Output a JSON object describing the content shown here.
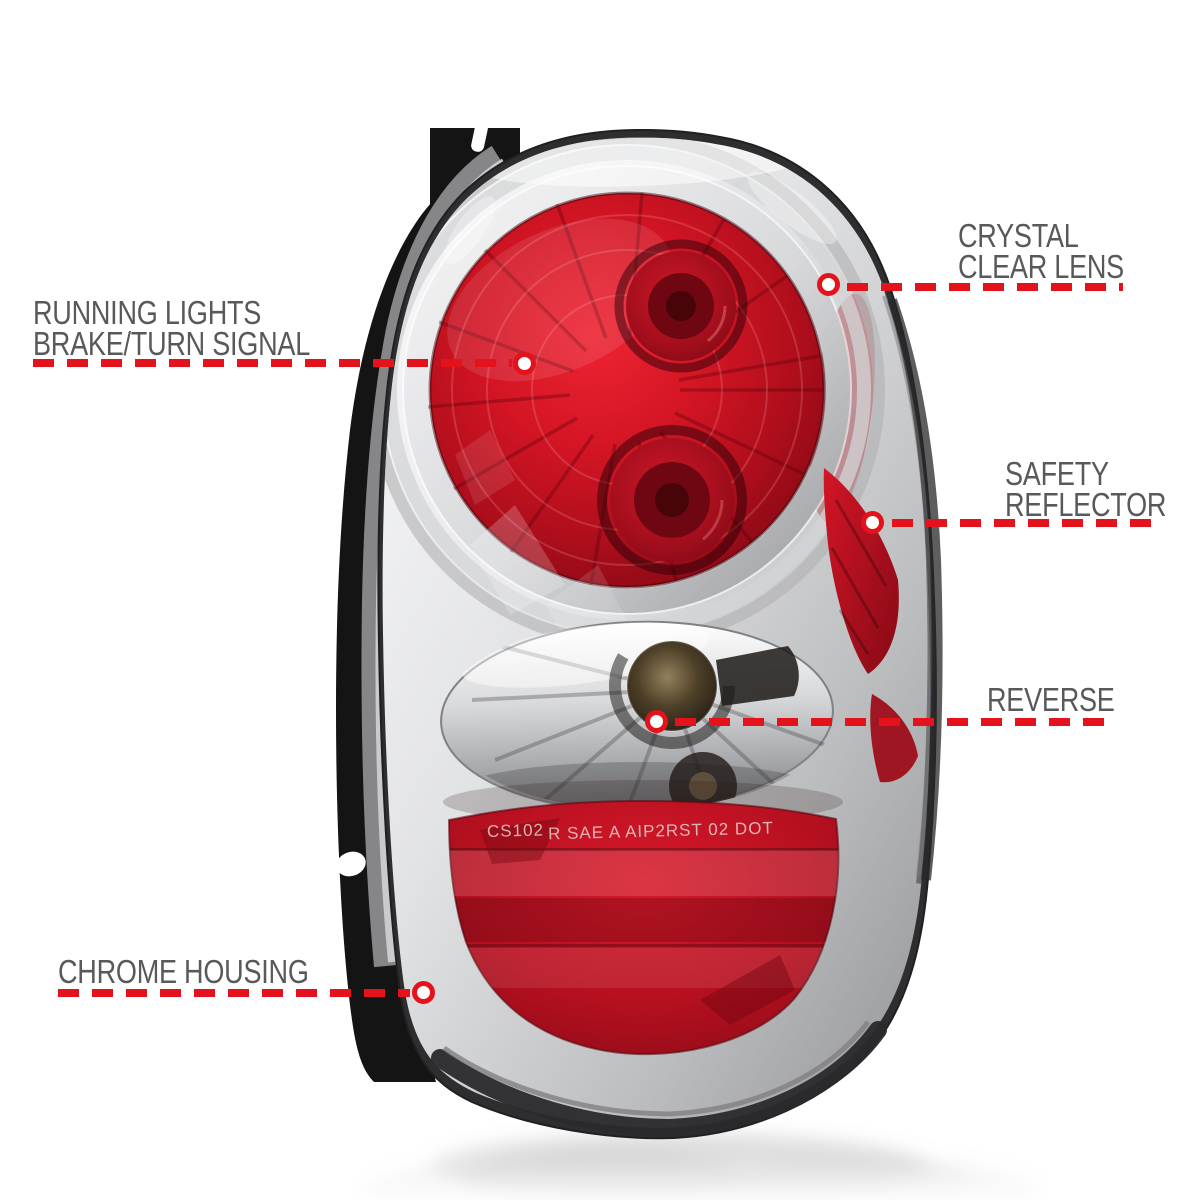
{
  "page": {
    "background": "#ffffff"
  },
  "colors": {
    "accent_red": "#e4131b",
    "label_gray": "#58595b",
    "lens_red": "#c01322",
    "chrome_silver": "#d9dadc"
  },
  "callouts": [
    {
      "id": "running-lights-brake-turn-signal",
      "lines": [
        "RUNNING LIGHTS",
        "BRAKE/TURN SIGNAL"
      ]
    },
    {
      "id": "crystal-clear-lens",
      "lines": [
        "CRYSTAL",
        "CLEAR LENS"
      ]
    },
    {
      "id": "safety-reflector",
      "lines": [
        "SAFETY",
        "REFLECTOR"
      ]
    },
    {
      "id": "reverse",
      "lines": [
        "REVERSE"
      ]
    },
    {
      "id": "chrome-housing",
      "lines": [
        "CHROME HOUSING"
      ]
    }
  ],
  "product": {
    "lens_markings": {
      "mold_code": "CS102",
      "certification": "R SAE A AIP2RST 02 DOT"
    }
  }
}
